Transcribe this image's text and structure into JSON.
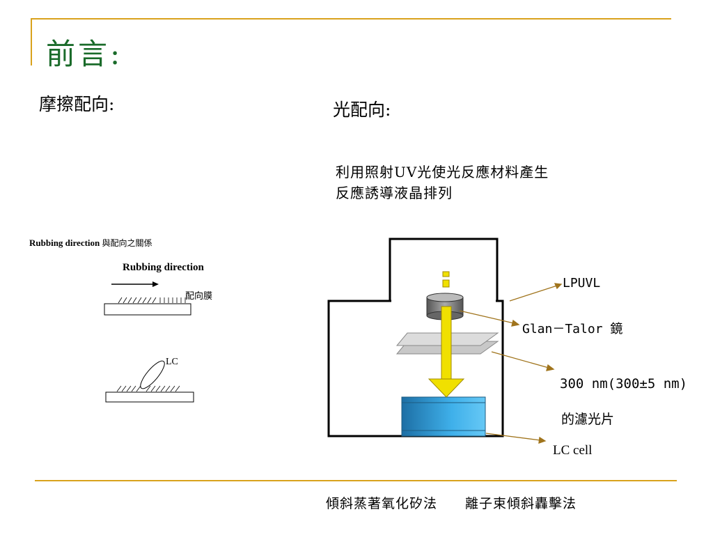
{
  "slide": {
    "title": "前言:",
    "rubbing_heading": "摩擦配向:",
    "photo_heading": "光配向:",
    "description_lines": [
      "利用照射UV光使光反應材料產生",
      "反應誘導液晶排列"
    ],
    "rubbing_diagram": {
      "caption_en": "Rubbing direction",
      "caption_cn": "與配向之關係",
      "direction_label": "Rubbing direction",
      "film_label": "配向膜",
      "lc_label": "LC"
    },
    "photo_diagram": {
      "lpuvl_label": "LPUVL",
      "glan_label": "Glan－Talor 鏡",
      "filter_label_1": "300 nm(300±5 nm)",
      "filter_label_2": "的濾光片",
      "lc_cell_label": "LC cell",
      "colors": {
        "arrow": "#f0e000",
        "arrow_stroke": "#a08a00",
        "cell": "#3fa9e0",
        "leader": "#a0741c"
      }
    },
    "footer": {
      "item1": "傾斜蒸著氧化矽法",
      "item2": "離子束傾斜轟擊法"
    },
    "accent_color": "#d9a21c",
    "title_color": "#1a6b2a"
  }
}
